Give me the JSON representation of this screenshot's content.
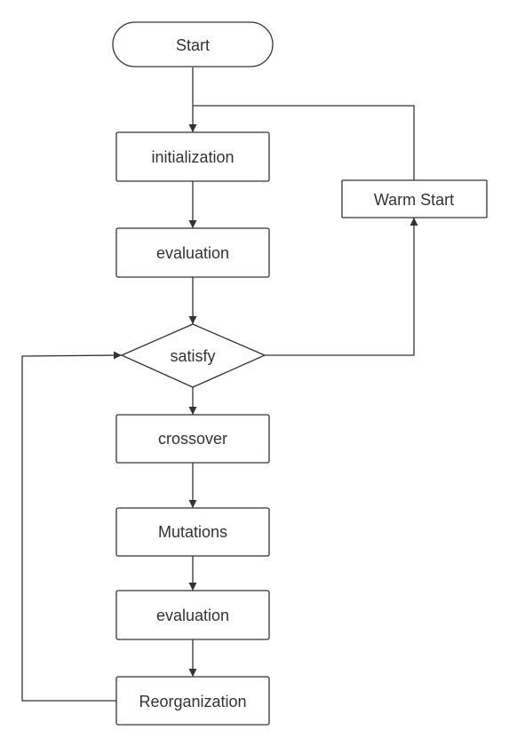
{
  "nodes": {
    "start": {
      "label": "Start",
      "shape": "terminal"
    },
    "initialization": {
      "label": "initialization",
      "shape": "process"
    },
    "evaluation_1": {
      "label": "evaluation",
      "shape": "process"
    },
    "satisfy": {
      "label": "satisfy",
      "shape": "decision"
    },
    "warm_start": {
      "label": "Warm Start",
      "shape": "process"
    },
    "crossover": {
      "label": "crossover",
      "shape": "process"
    },
    "mutations": {
      "label": "Mutations",
      "shape": "process"
    },
    "evaluation_2": {
      "label": "evaluation",
      "shape": "process"
    },
    "reorganization": {
      "label": "Reorganization",
      "shape": "process"
    }
  },
  "edges": [
    {
      "from": "start",
      "to": "initialization"
    },
    {
      "from": "initialization",
      "to": "evaluation_1"
    },
    {
      "from": "evaluation_1",
      "to": "satisfy"
    },
    {
      "from": "satisfy",
      "to": "warm_start"
    },
    {
      "from": "warm_start",
      "to": "initialization"
    },
    {
      "from": "satisfy",
      "to": "crossover"
    },
    {
      "from": "crossover",
      "to": "mutations"
    },
    {
      "from": "mutations",
      "to": "evaluation_2"
    },
    {
      "from": "evaluation_2",
      "to": "reorganization"
    },
    {
      "from": "reorganization",
      "to": "satisfy"
    }
  ],
  "colors": {
    "stroke": "#333333",
    "fill": "#ffffff",
    "text": "#333333"
  }
}
